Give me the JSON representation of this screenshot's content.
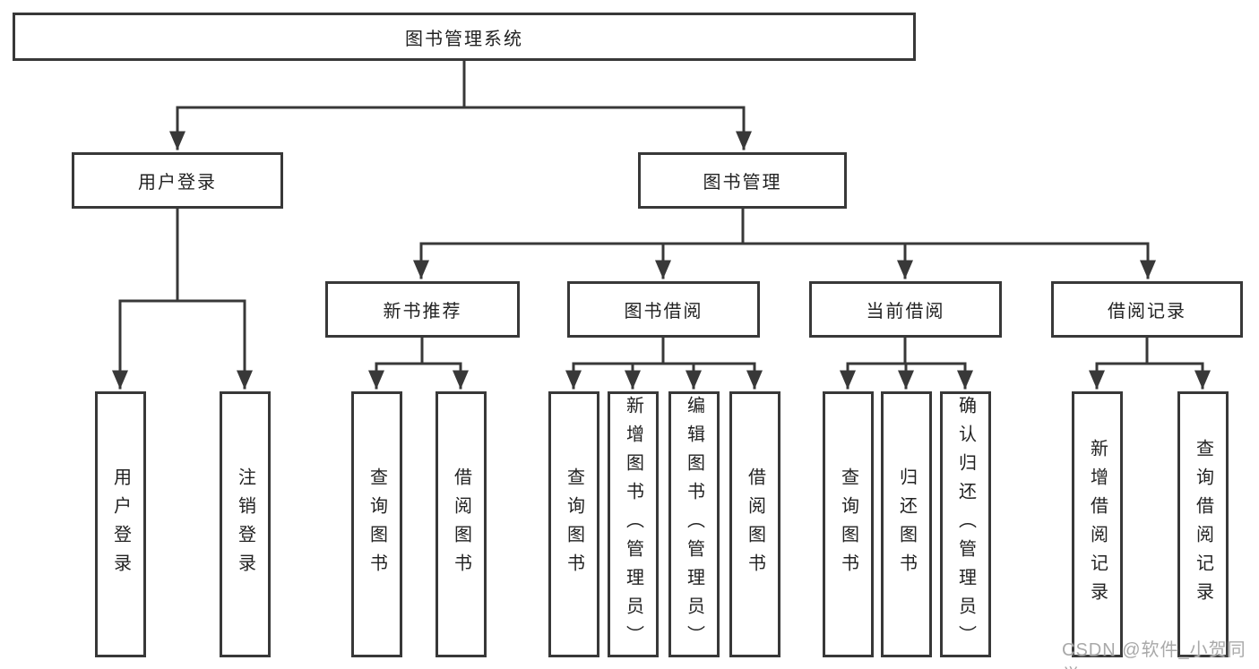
{
  "tree": {
    "label": "图书管理系统",
    "children": [
      {
        "label": "用户登录",
        "children": [
          {
            "label": "用户登录"
          },
          {
            "label": "注销登录"
          }
        ]
      },
      {
        "label": "图书管理",
        "children": [
          {
            "label": "新书推荐",
            "children": [
              {
                "label": "查询图书"
              },
              {
                "label": "借阅图书"
              }
            ]
          },
          {
            "label": "图书借阅",
            "children": [
              {
                "label": "查询图书"
              },
              {
                "label": "新增图书（管理员）"
              },
              {
                "label": "编辑图书（管理员）"
              },
              {
                "label": "借阅图书"
              }
            ]
          },
          {
            "label": "当前借阅",
            "children": [
              {
                "label": "查询图书"
              },
              {
                "label": "归还图书"
              },
              {
                "label": "确认归还（管理员）"
              }
            ]
          },
          {
            "label": "借阅记录",
            "children": [
              {
                "label": "新增借阅记录"
              },
              {
                "label": "查询借阅记录"
              }
            ]
          }
        ]
      }
    ]
  },
  "watermark": {
    "text": "CSDN @软件_小贺同学"
  },
  "colors": {
    "line": "#383838",
    "text": "#222222",
    "watermark": "#a9a9a9",
    "bg": "#ffffff"
  }
}
